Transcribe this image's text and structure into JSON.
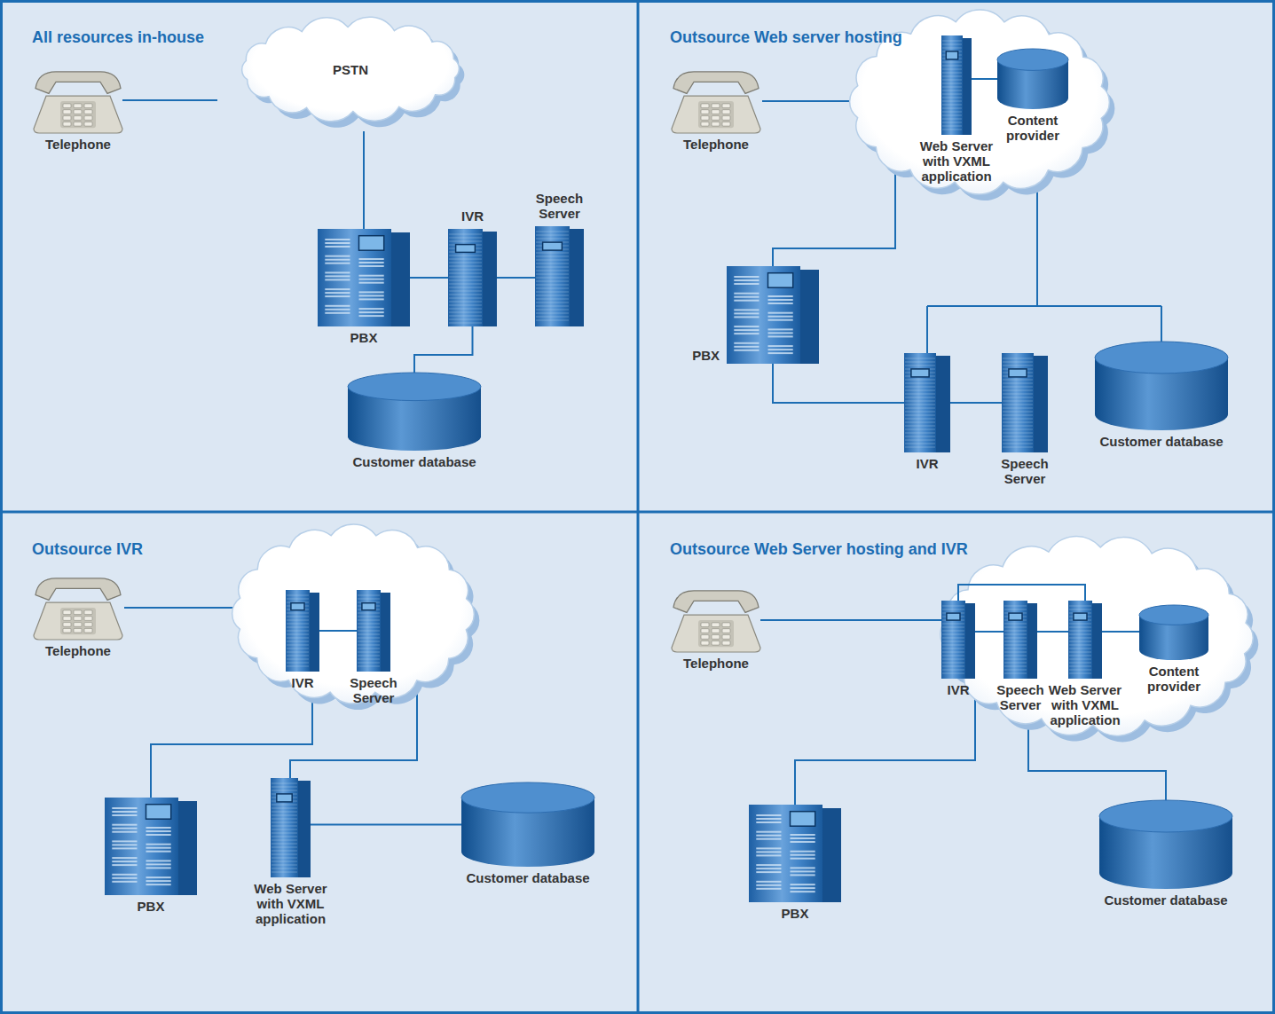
{
  "diagram": {
    "nodes": [
      {
        "text": [
          "All resources in-house"
        ]
      },
      {
        "text": [
          "Telephone"
        ],
        "in": 0
      },
      {
        "text": [
          "PSTN"
        ],
        "in": 0
      },
      {
        "text": [
          "IVR"
        ],
        "in": 0
      },
      {
        "text": [
          "Speech Server"
        ],
        "in": 0
      },
      {
        "text": [
          "PBX"
        ],
        "in": 0
      },
      {
        "text": [
          "Customer database"
        ],
        "in": 0
      },
      {
        "text": [
          "Outsource Web server hosting"
        ]
      },
      {
        "text": [
          "Telephone"
        ],
        "in": 7
      },
      {
        "text": [
          "Web Server with VXML application"
        ],
        "in": 7
      },
      {
        "text": [
          "Content provider"
        ],
        "in": 7
      },
      {
        "text": [
          "PBX"
        ],
        "in": 7
      },
      {
        "text": [
          "IVR"
        ],
        "in": 7
      },
      {
        "text": [
          "Speech Server"
        ],
        "in": 7
      },
      {
        "text": [
          "Customer database"
        ],
        "in": 7
      },
      {
        "text": [
          "Outsource IVR"
        ]
      },
      {
        "text": [
          "Telephone"
        ],
        "in": 15
      },
      {
        "text": [
          "IVR"
        ],
        "in": 15
      },
      {
        "text": [
          "Speech Server"
        ],
        "in": 15
      },
      {
        "text": [
          "PBX"
        ],
        "in": 15
      },
      {
        "text": [
          "Web Server with VXML application"
        ],
        "in": 15
      },
      {
        "text": [
          "Customer database"
        ],
        "in": 15
      },
      {
        "text": [
          "Outsource Web Server hosting and IVR"
        ]
      },
      {
        "text": [
          "Telephone"
        ],
        "in": 22
      },
      {
        "text": [
          "IVR"
        ],
        "in": 22
      },
      {
        "text": [
          "Speech Server"
        ],
        "in": 22
      },
      {
        "text": [
          "Web Server with VXML application"
        ],
        "in": 22
      },
      {
        "text": [
          "Content provider"
        ],
        "in": 22
      },
      {
        "text": [
          "PBX"
        ],
        "in": 22
      },
      {
        "text": [
          "Customer database"
        ],
        "in": 22
      }
    ],
    "edges": [
      {
        "from": 1,
        "to": 2,
        "arrow": "none"
      },
      {
        "from": 2,
        "to": 5,
        "arrow": "none"
      },
      {
        "from": 5,
        "to": 3,
        "arrow": "none"
      },
      {
        "from": 3,
        "to": 4,
        "arrow": "none"
      },
      {
        "from": 3,
        "to": 6,
        "arrow": "none"
      },
      {
        "from": 9,
        "to": 10,
        "arrow": "none"
      },
      {
        "from": 11,
        "to": 12,
        "arrow": "none"
      },
      {
        "from": 12,
        "to": 13,
        "arrow": "none"
      },
      {
        "from": 17,
        "to": 18,
        "arrow": "none"
      },
      {
        "from": 20,
        "to": 21,
        "arrow": "none"
      },
      {
        "from": 24,
        "to": 25,
        "arrow": "none"
      },
      {
        "from": 25,
        "to": 26,
        "arrow": "none"
      },
      {
        "from": 26,
        "to": 27,
        "arrow": "none"
      },
      {
        "from": 24,
        "to": 26,
        "arrow": "none"
      }
    ]
  }
}
